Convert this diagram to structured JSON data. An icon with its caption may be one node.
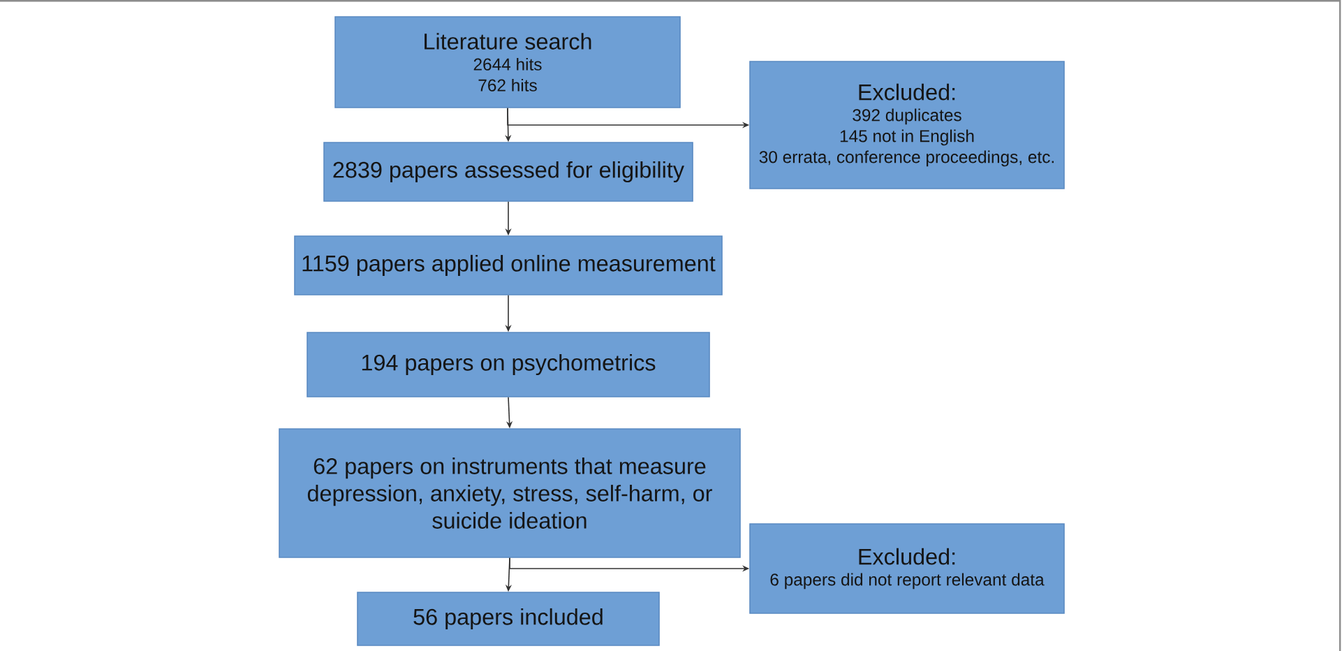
{
  "diagram": {
    "nodes": [
      {
        "text": [
          "Literature search",
          "2644 hits",
          "762 hits"
        ]
      },
      {
        "text": [
          "2839 papers assessed for eligibility"
        ]
      },
      {
        "text": [
          "Excluded:",
          "392 duplicates",
          "145 not in English",
          "30 errata, conference proceedings, etc."
        ]
      },
      {
        "text": [
          "1159 papers applied online measurement"
        ]
      },
      {
        "text": [
          "194 papers on psychometrics"
        ]
      },
      {
        "text": [
          "62 papers on instruments that measure depression, anxiety, stress, self-harm, or suicide ideation"
        ]
      },
      {
        "text": [
          "Excluded:",
          "6 papers did not report relevant data"
        ]
      },
      {
        "text": [
          "56 papers included"
        ]
      }
    ],
    "edges": [
      {
        "from": 0,
        "to": 1,
        "arrow": "to"
      },
      {
        "from": 0,
        "to": 2,
        "arrow": "to"
      },
      {
        "from": 1,
        "to": 3,
        "arrow": "to"
      },
      {
        "from": 3,
        "to": 4,
        "arrow": "to"
      },
      {
        "from": 4,
        "to": 5,
        "arrow": "to"
      },
      {
        "from": 5,
        "to": 7,
        "arrow": "to"
      },
      {
        "from": 5,
        "to": 6,
        "arrow": "to"
      }
    ]
  }
}
